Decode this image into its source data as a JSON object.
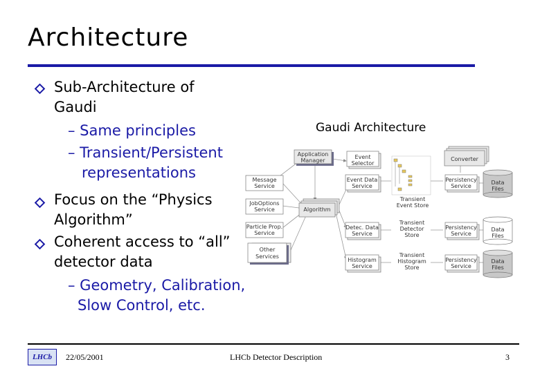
{
  "slide": {
    "title": "Architecture",
    "bullets": [
      {
        "lines": [
          "Sub-Architecture of",
          "Gaudi"
        ]
      },
      {
        "sub": [
          "– Same principles",
          "– Transient/Persistent",
          "representations"
        ]
      },
      {
        "lines": [
          "Focus on the “Physics",
          "Algorithm”"
        ]
      },
      {
        "lines": [
          "Coherent access to “all”",
          "detector data"
        ]
      },
      {
        "sub": [
          "– Geometry, Calibration,",
          "Slow Control, etc."
        ]
      }
    ]
  },
  "diagram": {
    "title": "Gaudi Architecture",
    "labels": {
      "app_mgr_1": "Application",
      "app_mgr_2": "Manager",
      "evt_sel_1": "Event",
      "evt_sel_2": "Selector",
      "converter": "Converter",
      "msg_svc_1": "Message",
      "msg_svc_2": "Service",
      "evt_data_1": "Event Data",
      "evt_data_2": "Service",
      "pers_svc1_1": "Persistency",
      "pers_svc1_2": "Service",
      "data_files1_1": "Data",
      "data_files1_2": "Files",
      "jobopt_1": "JobOptions",
      "jobopt_2": "Service",
      "algorithm": "Algorithm",
      "trans_evt_1": "Transient",
      "trans_evt_2": "Event Store",
      "partprop_1": "Particle Prop.",
      "partprop_2": "Service",
      "detec_1": "Detec. Data",
      "detec_2": "Service",
      "trans_det_1": "Transient",
      "trans_det_2": "Detector",
      "trans_det_3": "Store",
      "pers_svc2_1": "Persistency",
      "pers_svc2_2": "Service",
      "data_files2_1": "Data",
      "data_files2_2": "Files",
      "other_1": "Other",
      "other_2": "Services",
      "histo_1": "Histogram",
      "histo_2": "Service",
      "trans_histo_1": "Transient",
      "trans_histo_2": "Histogram",
      "trans_histo_3": "Store",
      "pers_svc3_1": "Persistency",
      "pers_svc3_2": "Service",
      "data_files3_1": "Data",
      "data_files3_2": "Files"
    }
  },
  "footer": {
    "date": "22/05/2001",
    "center": "LHCb Detector Description",
    "page": "3",
    "logo_text": "LHCb"
  },
  "colors": {
    "accent": "#1a1aa6",
    "box_fill": "#e8e8e8",
    "box_shadow": "#6b6b8a"
  }
}
